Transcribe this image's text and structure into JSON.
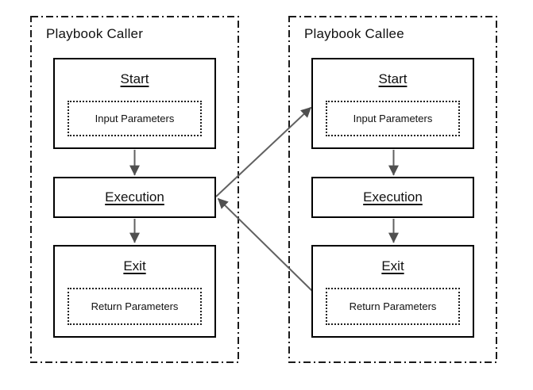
{
  "diagram": {
    "type": "flowchart",
    "colors": {
      "container_border": "#1a1a1a",
      "node_border": "#000000",
      "dotted_border": "#1f1f1f",
      "arrow_line": "#616161",
      "arrow_head": "#4f4f4f",
      "text": "#111111",
      "background": "#ffffff"
    },
    "containers": [
      {
        "id": "playbook-caller",
        "title": "Playbook Caller",
        "nodes": [
          {
            "heading": "Start",
            "sub_box": "Input Parameters"
          },
          {
            "heading": "Execution"
          },
          {
            "heading": "Exit",
            "sub_box": "Return Parameters"
          }
        ]
      },
      {
        "id": "playbook-callee",
        "title": "Playbook Callee",
        "nodes": [
          {
            "heading": "Start",
            "sub_box": "Input Parameters"
          },
          {
            "heading": "Execution"
          },
          {
            "heading": "Exit",
            "sub_box": "Return Parameters"
          }
        ]
      }
    ],
    "edges": [
      {
        "from": "caller.start",
        "to": "caller.execution"
      },
      {
        "from": "caller.execution",
        "to": "caller.exit"
      },
      {
        "from": "callee.start",
        "to": "callee.execution"
      },
      {
        "from": "callee.execution",
        "to": "callee.exit"
      },
      {
        "from": "caller.execution",
        "to": "callee.start"
      },
      {
        "from": "callee.exit",
        "to": "caller.execution"
      }
    ]
  }
}
